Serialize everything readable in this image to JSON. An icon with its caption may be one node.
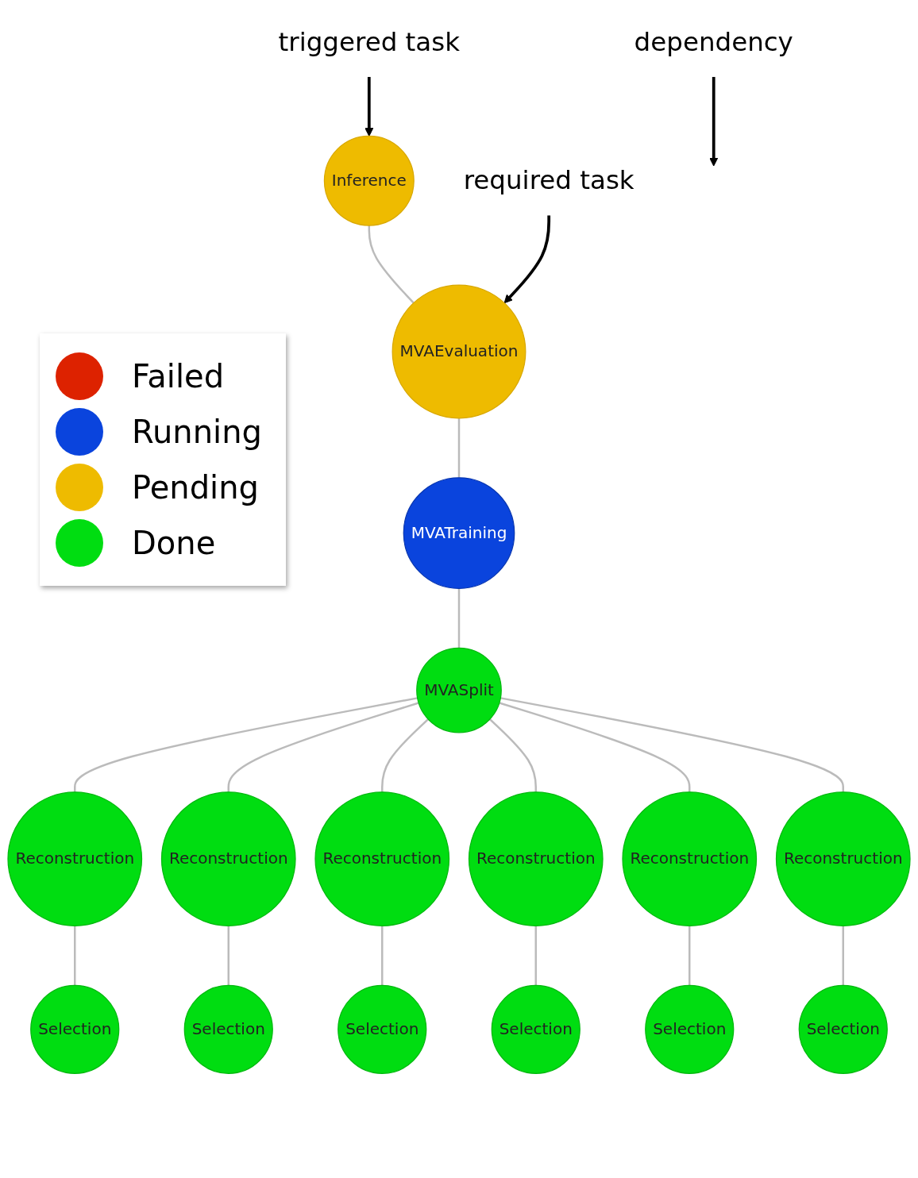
{
  "diagram": {
    "nodes": [
      {
        "text": [
          "Inference"
        ]
      },
      {
        "text": [
          "MVAEvaluation"
        ]
      },
      {
        "text": [
          "MVATraining"
        ]
      },
      {
        "text": [
          "MVASplit"
        ]
      },
      {
        "text": [
          "Reconstruction"
        ]
      },
      {
        "text": [
          "Reconstruction"
        ]
      },
      {
        "text": [
          "Reconstruction"
        ]
      },
      {
        "text": [
          "Reconstruction"
        ]
      },
      {
        "text": [
          "Reconstruction"
        ]
      },
      {
        "text": [
          "Reconstruction"
        ]
      },
      {
        "text": [
          "Selection"
        ]
      },
      {
        "text": [
          "Selection"
        ]
      },
      {
        "text": [
          "Selection"
        ]
      },
      {
        "text": [
          "Selection"
        ]
      },
      {
        "text": [
          "Selection"
        ]
      },
      {
        "text": [
          "Selection"
        ]
      },
      {
        "text": [
          "triggered task"
        ]
      },
      {
        "text": [
          "required task"
        ]
      },
      {
        "text": [
          "dependency"
        ]
      }
    ],
    "edges": [
      {
        "from": 0,
        "to": 1,
        "arrow": "none"
      },
      {
        "from": 1,
        "to": 2,
        "arrow": "none"
      },
      {
        "from": 2,
        "to": 3,
        "arrow": "none"
      },
      {
        "from": 3,
        "to": 4,
        "arrow": "none"
      },
      {
        "from": 3,
        "to": 5,
        "arrow": "none"
      },
      {
        "from": 3,
        "to": 6,
        "arrow": "none"
      },
      {
        "from": 3,
        "to": 7,
        "arrow": "none"
      },
      {
        "from": 3,
        "to": 8,
        "arrow": "none"
      },
      {
        "from": 3,
        "to": 9,
        "arrow": "none"
      },
      {
        "from": 4,
        "to": 10,
        "arrow": "none"
      },
      {
        "from": 5,
        "to": 11,
        "arrow": "none"
      },
      {
        "from": 6,
        "to": 12,
        "arrow": "none"
      },
      {
        "from": 7,
        "to": 13,
        "arrow": "none"
      },
      {
        "from": 8,
        "to": 14,
        "arrow": "none"
      },
      {
        "from": 9,
        "to": 15,
        "arrow": "none"
      },
      {
        "from": 16,
        "to": 0,
        "arrow": "to",
        "color": "#000000"
      },
      {
        "from": 17,
        "to": 1,
        "arrow": "to",
        "color": "#000000"
      },
      {
        "from": 18,
        "to": null,
        "arrow": "to",
        "color": "#000000"
      }
    ],
    "legend": [
      {
        "text": "Failed",
        "color": "#dd2200"
      },
      {
        "text": "Running",
        "color": "#0a44dd"
      },
      {
        "text": "Pending",
        "color": "#eebb00"
      },
      {
        "text": "Done",
        "color": "#00dd11"
      }
    ]
  }
}
